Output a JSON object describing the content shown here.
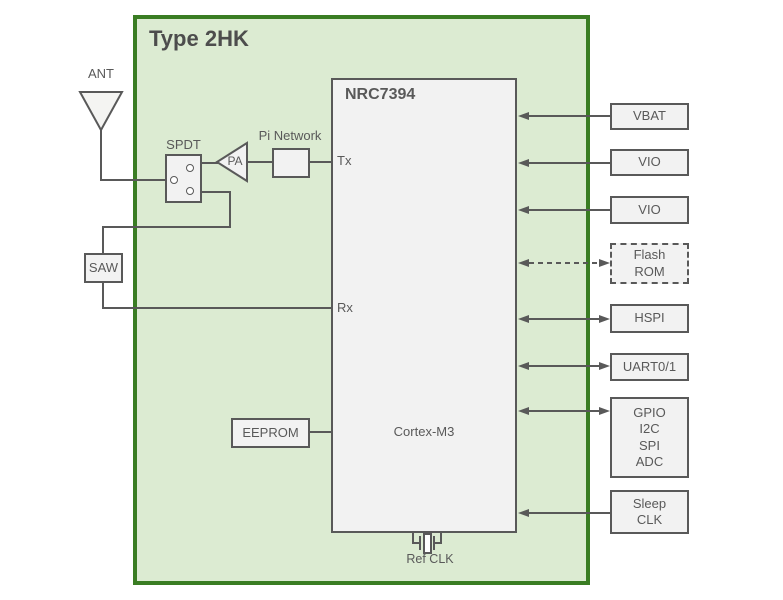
{
  "title": "Type 2HK",
  "colors": {
    "panel_background": "#dcebd2",
    "panel_border": "#3a7d23",
    "box_fill": "#f2f2f2",
    "box_border": "#595959",
    "wire": "#595959",
    "text": "#595959",
    "title_text": "#4d4d4d",
    "canvas_background": "#ffffff"
  },
  "antenna": {
    "label": "ANT"
  },
  "rf_chain": {
    "spdt_label": "SPDT",
    "pa_label": "PA",
    "pi_network_label": "Pi Network",
    "saw_label": "SAW"
  },
  "chip": {
    "name": "NRC7394",
    "core": "Cortex-M3",
    "pins": {
      "tx": "Tx",
      "rx": "Rx"
    }
  },
  "eeprom": {
    "label": "EEPROM"
  },
  "ref_clk": {
    "label": "Ref CLK"
  },
  "interfaces": {
    "vbat": {
      "label": "VBAT",
      "arrow": "into-chip",
      "style": "solid"
    },
    "vio1": {
      "label": "VIO",
      "arrow": "into-chip",
      "style": "solid"
    },
    "vio2": {
      "label": "VIO",
      "arrow": "into-chip",
      "style": "solid"
    },
    "flash_rom": {
      "line1": "Flash",
      "line2": "ROM",
      "arrow": "bidirectional",
      "style": "dashed"
    },
    "hspi": {
      "label": "HSPI",
      "arrow": "bidirectional",
      "style": "solid"
    },
    "uart": {
      "label": "UART0/1",
      "arrow": "bidirectional",
      "style": "solid"
    },
    "gpio": {
      "line1": "GPIO",
      "line2": "I2C",
      "line3": "SPI",
      "line4": "ADC",
      "arrow": "bidirectional",
      "style": "solid"
    },
    "sleep_clk": {
      "line1": "Sleep",
      "line2": "CLK",
      "arrow": "into-chip",
      "style": "solid"
    }
  }
}
